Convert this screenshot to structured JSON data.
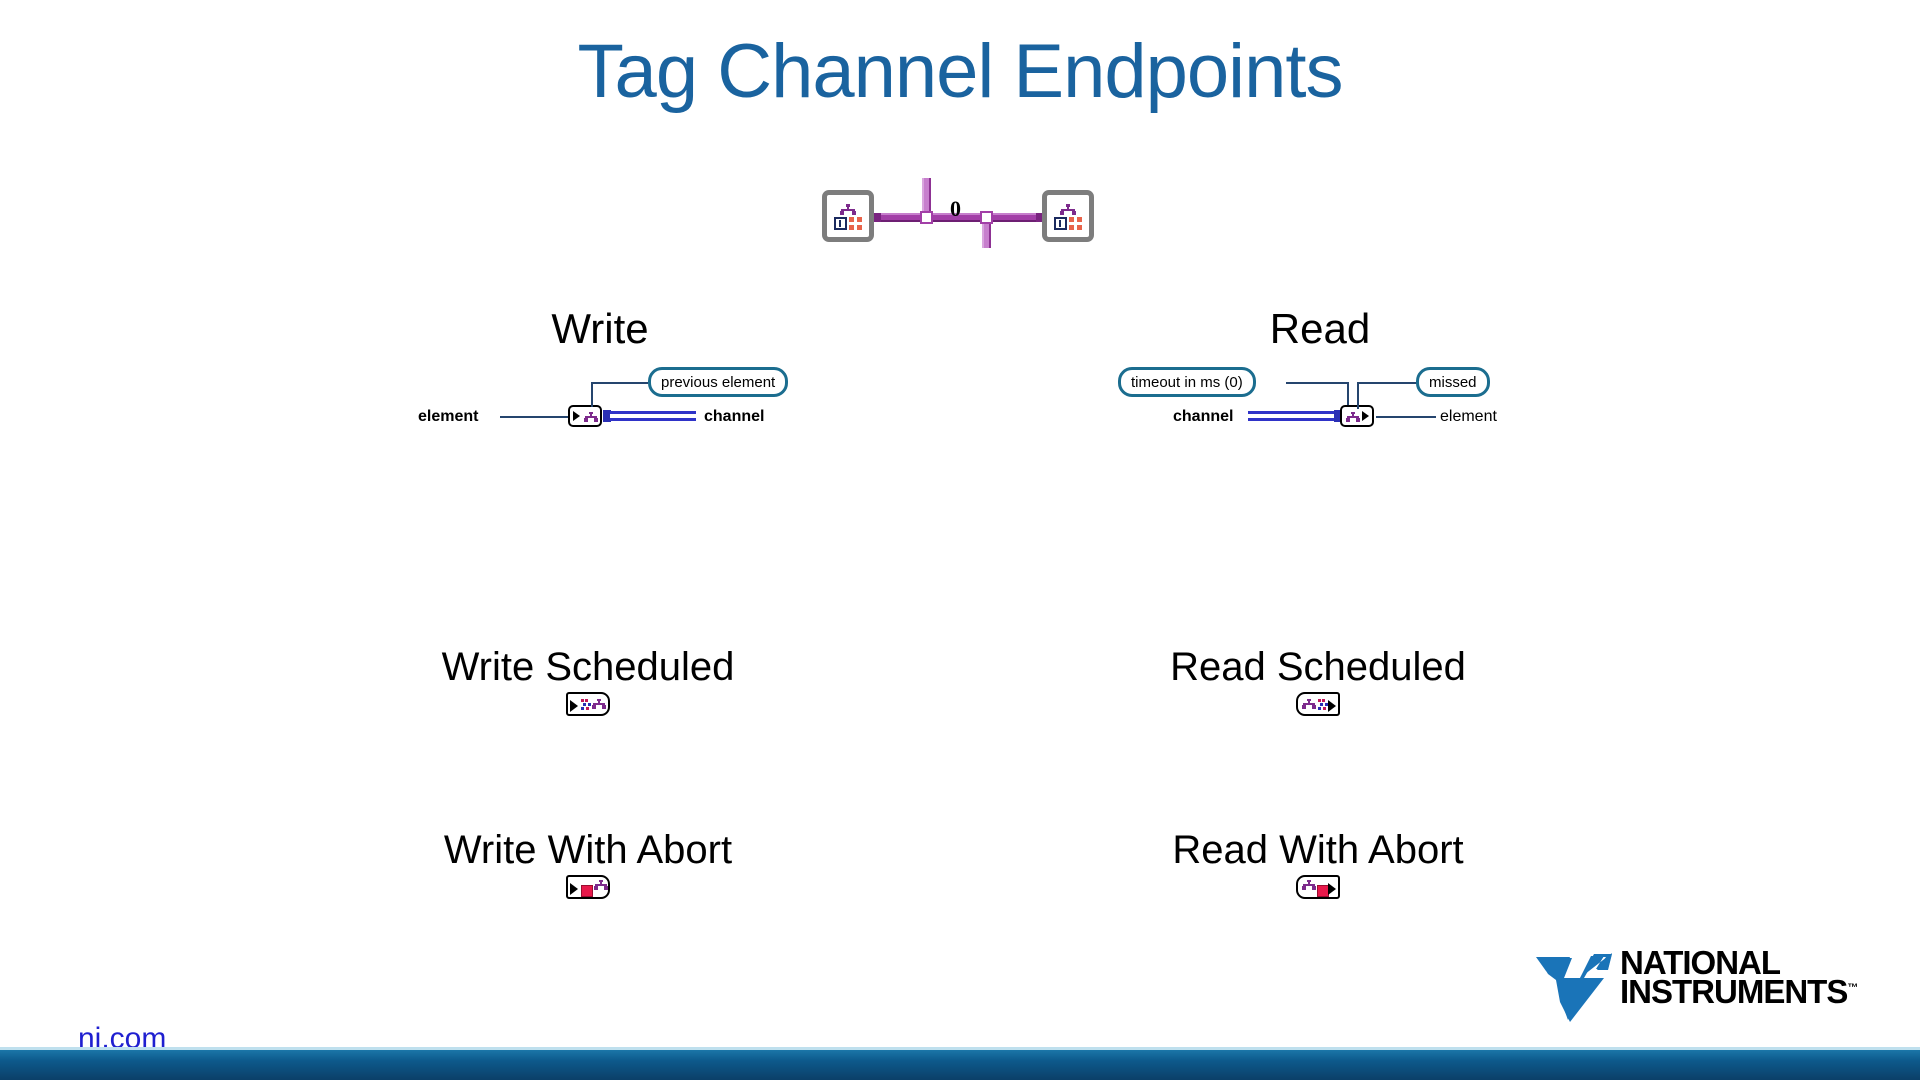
{
  "slide": {
    "title": "Tag Channel Endpoints",
    "title_color": "#1a639f",
    "background": "#ffffff"
  },
  "tag_diagram": {
    "name": "tag-channel-wire-diagram",
    "wire_label": "0",
    "left_endpoint_icon": "tag-writer-endpoint-icon",
    "right_endpoint_icon": "tag-reader-endpoint-icon",
    "wire_color": "#a23fa7"
  },
  "columns": [
    {
      "id": "write",
      "head": "Write",
      "connector": {
        "icon": "channel-write-node-icon",
        "inputs": [
          {
            "label": "element",
            "style": "bold"
          }
        ],
        "outputs": [
          {
            "label": "previous element",
            "style": "bubble"
          },
          {
            "label": "channel",
            "style": "bold"
          }
        ]
      },
      "blocks": [
        {
          "head": "Write Scheduled",
          "icon": "write-scheduled-vi-icon"
        },
        {
          "head": "Write With Abort",
          "icon": "write-with-abort-vi-icon"
        }
      ]
    },
    {
      "id": "read",
      "head": "Read",
      "connector": {
        "icon": "channel-read-node-icon",
        "inputs": [
          {
            "label": "timeout in ms (0)",
            "style": "bubble"
          },
          {
            "label": "channel",
            "style": "bold"
          }
        ],
        "outputs": [
          {
            "label": "missed",
            "style": "bubble"
          },
          {
            "label": "element",
            "style": "plain"
          }
        ]
      },
      "blocks": [
        {
          "head": "Read Scheduled",
          "icon": "read-scheduled-vi-icon"
        },
        {
          "head": "Read With Abort",
          "icon": "read-with-abort-vi-icon"
        }
      ]
    }
  ],
  "logo": {
    "line1": "NATIONAL",
    "line2": "INSTRUMENTS",
    "trademark": "™",
    "mark_color": "#1a74b8"
  },
  "footer": {
    "link": "ni.com",
    "link_color": "#1f1fd0",
    "bar_color_top": "#1b76a8",
    "bar_color_bottom": "#0b3f68"
  }
}
